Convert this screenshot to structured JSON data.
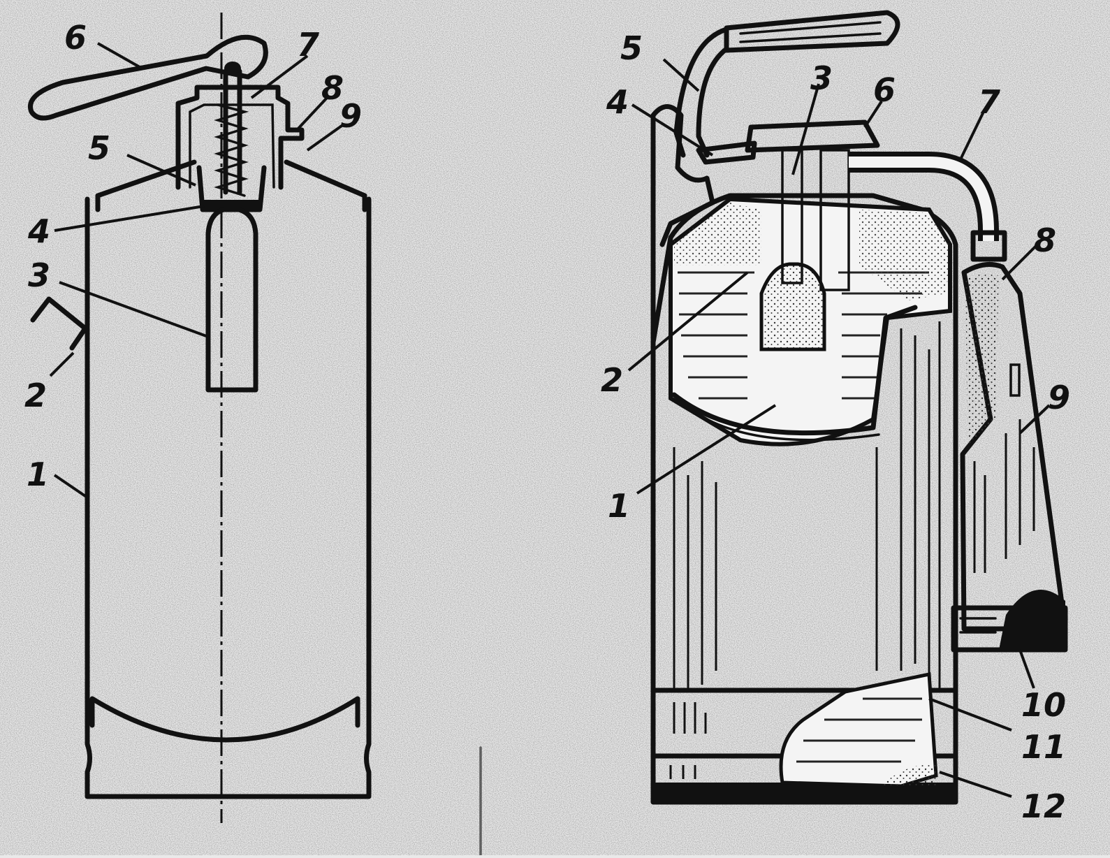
{
  "colors": {
    "ink": "#111111",
    "paper": "#e9e9e9",
    "liquid": "#f4f4f4"
  },
  "left_figure": {
    "callouts": [
      "1",
      "2",
      "3",
      "4",
      "5",
      "6",
      "7",
      "8",
      "9"
    ]
  },
  "right_figure": {
    "callouts": [
      "1",
      "2",
      "3",
      "4",
      "5",
      "6",
      "7",
      "8",
      "9",
      "10",
      "11",
      "12"
    ]
  }
}
